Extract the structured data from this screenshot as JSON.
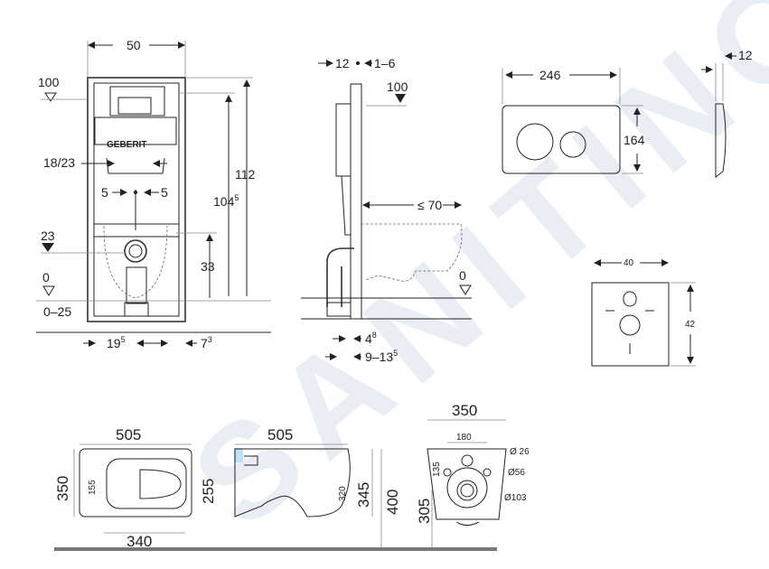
{
  "watermark": "SANITINO",
  "frame_front": {
    "brand": "GEBERIT",
    "width": "50",
    "height_total": "112",
    "height_actuator": "104",
    "height_actuator_sup": "5",
    "level_top": "100",
    "level_pipe": "23",
    "level_floor": "0",
    "floor_range": "0–25",
    "flush_spacing": "18/23",
    "offset_left": "5",
    "offset_right": "5",
    "outlet_height": "33",
    "bottom_left": "19",
    "bottom_left_sup": "5",
    "bottom_right": "7",
    "bottom_right_sup": "3"
  },
  "frame_side": {
    "depth": "12",
    "adjust": "1–6",
    "level_top": "100",
    "bowl_projection": "≤ 70",
    "level_floor": "0",
    "wall_offset": "4",
    "wall_offset_sup": "8",
    "install_depth": "9–13",
    "install_depth_sup": "5"
  },
  "flush_plate": {
    "width": "246",
    "height": "164",
    "thickness": "12"
  },
  "sound_pad": {
    "width": "40",
    "height": "42"
  },
  "bowl_top": {
    "length": "505",
    "width": "350",
    "inner_length": "340",
    "inner_width": "255",
    "hole": "155"
  },
  "bowl_side": {
    "length": "505",
    "height": "345",
    "rim": "320",
    "floor_height": "400"
  },
  "bowl_rear": {
    "width": "350",
    "bolt_spacing": "180",
    "drain_height": "305",
    "supply_offset": "135",
    "d1": "Ø 26",
    "d2": "Ø56",
    "d3": "Ø103"
  }
}
